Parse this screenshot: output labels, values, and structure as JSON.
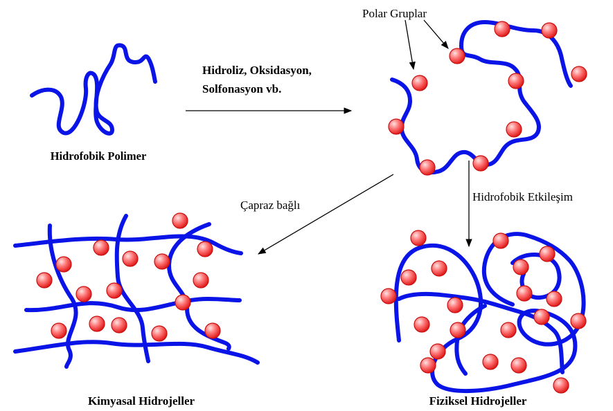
{
  "colors": {
    "chain": "#0a14e6",
    "bead_fill": "#ff3b3b",
    "bead_highlight": "#ffe3e3",
    "bead_stroke": "#c81010",
    "arrow": "#000000"
  },
  "labels": {
    "hydrophobic_polymer": "Hidrofobik Polimer",
    "process_line1": "Hidroliz, Oksidasyon,",
    "process_line2": "Solfonasyon vb.",
    "polar_groups": "Polar Gruplar",
    "crosslinked": "Çapraz bağlı",
    "hydrophobic_interaction": "Hidrofobik Etkileşim",
    "chemical_hydrogels": "Kimyasal Hidrojeller",
    "physical_hydrogels": "Fiziksel Hidrojeller"
  }
}
